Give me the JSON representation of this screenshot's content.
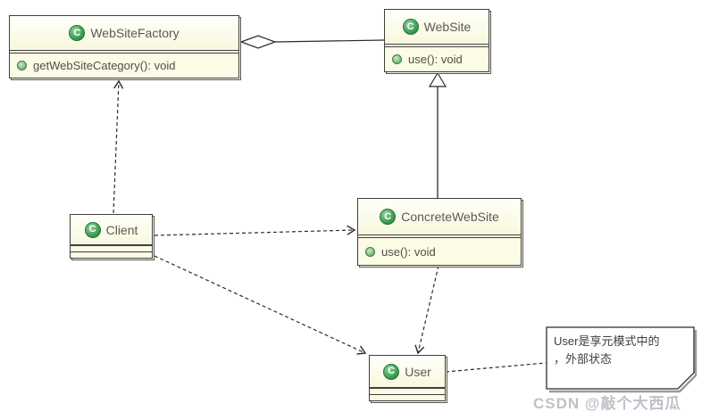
{
  "diagram": {
    "icon_letter": "C",
    "classes": [
      {
        "name": "WebSiteFactory",
        "methods": [
          "getWebSiteCategory(): void"
        ]
      },
      {
        "name": "WebSite",
        "methods": [
          "use(): void"
        ]
      },
      {
        "name": "Client",
        "methods": []
      },
      {
        "name": "ConcreteWebSite",
        "methods": [
          "use(): void"
        ]
      },
      {
        "name": "User",
        "methods": []
      }
    ],
    "note": {
      "line1": "User是享元模式中的",
      "line2": "，外部状态"
    },
    "relations": [
      {
        "from": "WebSiteFactory",
        "to": "WebSite",
        "type": "aggregation"
      },
      {
        "from": "ConcreteWebSite",
        "to": "WebSite",
        "type": "generalization"
      },
      {
        "from": "Client",
        "to": "WebSiteFactory",
        "type": "dependency"
      },
      {
        "from": "Client",
        "to": "ConcreteWebSite",
        "type": "dependency"
      },
      {
        "from": "ConcreteWebSite",
        "to": "User",
        "type": "dependency"
      },
      {
        "from": "Client",
        "to": "User",
        "type": "dependency"
      },
      {
        "from": "User",
        "to": "note",
        "type": "anchor"
      }
    ],
    "colors": {
      "box_fill": "#fbfbe6",
      "box_border": "#3f3f3f",
      "icon_green": "#2e9145",
      "text": "#514f46",
      "note_fill": "#ffffff",
      "watermark": "#c0c0ca"
    }
  },
  "watermark": {
    "text": "CSDN @敲个大西瓜"
  }
}
